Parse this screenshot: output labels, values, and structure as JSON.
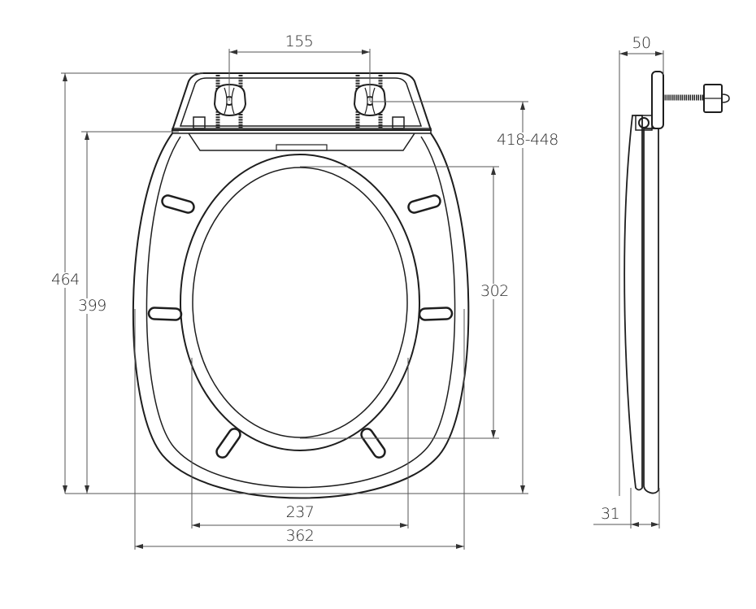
{
  "drawing": {
    "title": "Toilet seat dimension drawing",
    "colors": {
      "outline": "#1e1e1e",
      "dimension_line": "#555555",
      "background": "#ffffff"
    },
    "front_view": {
      "dimensions": {
        "hinge_spacing": "155",
        "mounting_range": "418-448",
        "overall_length": "464",
        "seat_length": "399",
        "opening_length": "302",
        "opening_width": "237",
        "overall_width": "362"
      },
      "bumper_count": 6
    },
    "side_view": {
      "dimensions": {
        "hinge_depth": "50",
        "seat_thickness": "31"
      }
    }
  }
}
